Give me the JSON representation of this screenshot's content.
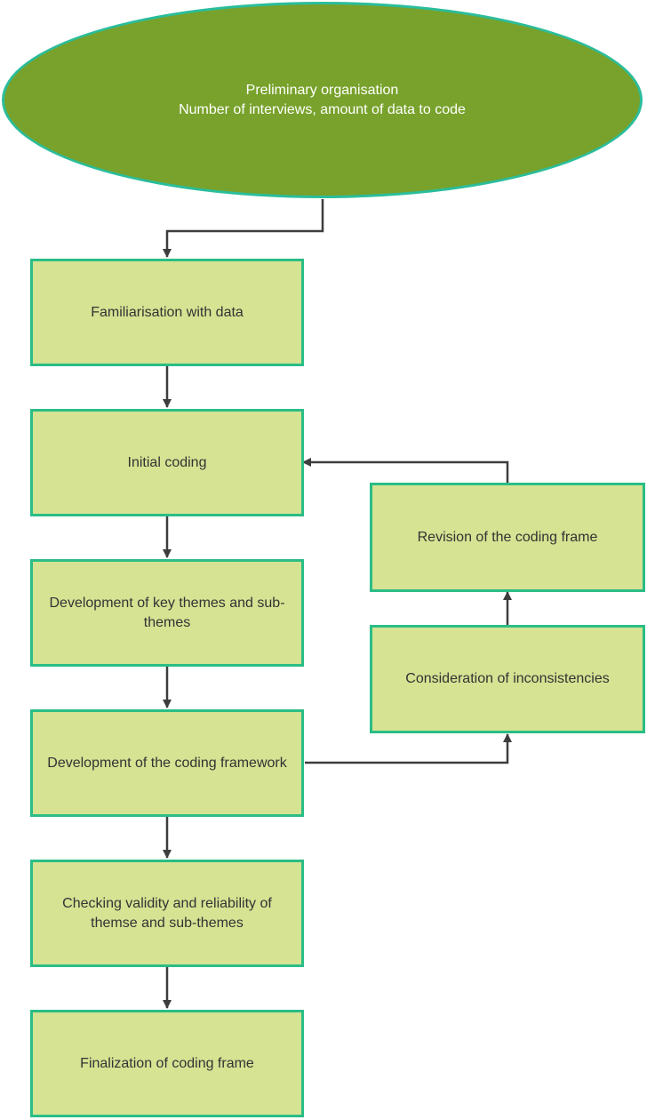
{
  "colors": {
    "ellipse_fill": "#78a22b",
    "box_fill": "#d5e393",
    "border": "#2bbd86",
    "arrow": "#3d3d3d",
    "box_text": "#333333",
    "ellipse_text": "#ffffff"
  },
  "start": {
    "line1": "Preliminary organisation",
    "line2": "Number of interviews, amount of data to code"
  },
  "steps": {
    "familiarisation": "Familiarisation with data",
    "initial_coding": "Initial coding",
    "key_themes": "Development of key themes and sub-themes",
    "coding_framework": "Development of the coding framework",
    "checking_validity": "Checking validity and reliability of themse and sub-themes",
    "finalization": "Finalization of coding frame"
  },
  "loop": {
    "inconsistencies": "Consideration of inconsistencies",
    "revision": "Revision of the coding frame"
  }
}
